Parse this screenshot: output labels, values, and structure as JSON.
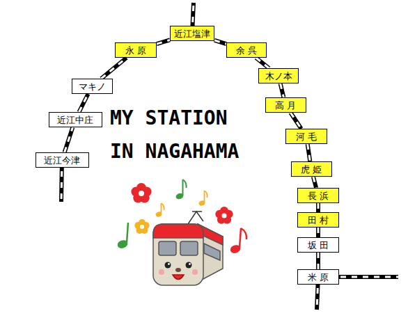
{
  "diagram": {
    "title": "MY STATION IN NAGAHAMA",
    "nodes": [
      {
        "text": [
          "近江今津"
        ]
      },
      {
        "text": [
          "近江中庄"
        ]
      },
      {
        "text": [
          "マキノ"
        ]
      },
      {
        "text": [
          "永 原"
        ]
      },
      {
        "text": [
          "近江塩津"
        ]
      },
      {
        "text": [
          "余 呉"
        ]
      },
      {
        "text": [
          "木ノ本"
        ]
      },
      {
        "text": [
          "高 月"
        ]
      },
      {
        "text": [
          "河 毛"
        ]
      },
      {
        "text": [
          "虎 姫"
        ]
      },
      {
        "text": [
          "長 浜"
        ]
      },
      {
        "text": [
          "田 村"
        ]
      },
      {
        "text": [
          "坂 田"
        ]
      },
      {
        "text": [
          "米 原"
        ]
      }
    ],
    "edges": [
      {
        "from": 0,
        "to": 1,
        "arrow": "none"
      },
      {
        "from": 1,
        "to": 2,
        "arrow": "none"
      },
      {
        "from": 2,
        "to": 3,
        "arrow": "none"
      },
      {
        "from": 3,
        "to": 4,
        "arrow": "none"
      },
      {
        "from": 4,
        "to": 5,
        "arrow": "none"
      },
      {
        "from": 5,
        "to": 6,
        "arrow": "none"
      },
      {
        "from": 6,
        "to": 7,
        "arrow": "none"
      },
      {
        "from": 7,
        "to": 8,
        "arrow": "none"
      },
      {
        "from": 8,
        "to": 9,
        "arrow": "none"
      },
      {
        "from": 9,
        "to": 10,
        "arrow": "none"
      },
      {
        "from": 10,
        "to": 11,
        "arrow": "none"
      },
      {
        "from": 11,
        "to": 12,
        "arrow": "none"
      },
      {
        "from": 12,
        "to": 13,
        "arrow": "none"
      }
    ]
  }
}
